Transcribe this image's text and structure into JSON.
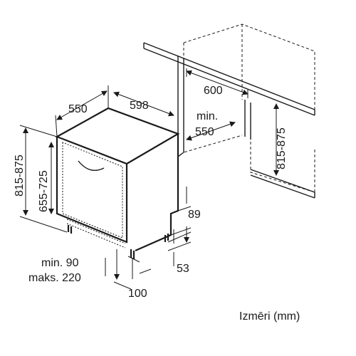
{
  "dimensions": {
    "depth": "550",
    "width": "598",
    "niche_width": "600",
    "niche_depth_min_line1": "min.",
    "niche_depth_min_line2": "550",
    "niche_height": "815-875",
    "appliance_height_outer": "815-875",
    "appliance_height_inner": "655-725",
    "plinth_height": "89",
    "foot_offset": "53",
    "plinth_setback_min": "min. 90",
    "plinth_setback_max": "maks. 220",
    "foot_depth": "100"
  },
  "caption": "Izmēri (mm)"
}
